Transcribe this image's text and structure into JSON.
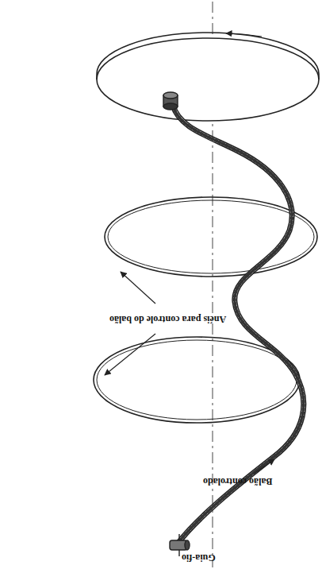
{
  "diagram": {
    "labels": [
      "Anéis para controle do balão",
      "Balão controlado",
      "Guia-fio"
    ]
  }
}
